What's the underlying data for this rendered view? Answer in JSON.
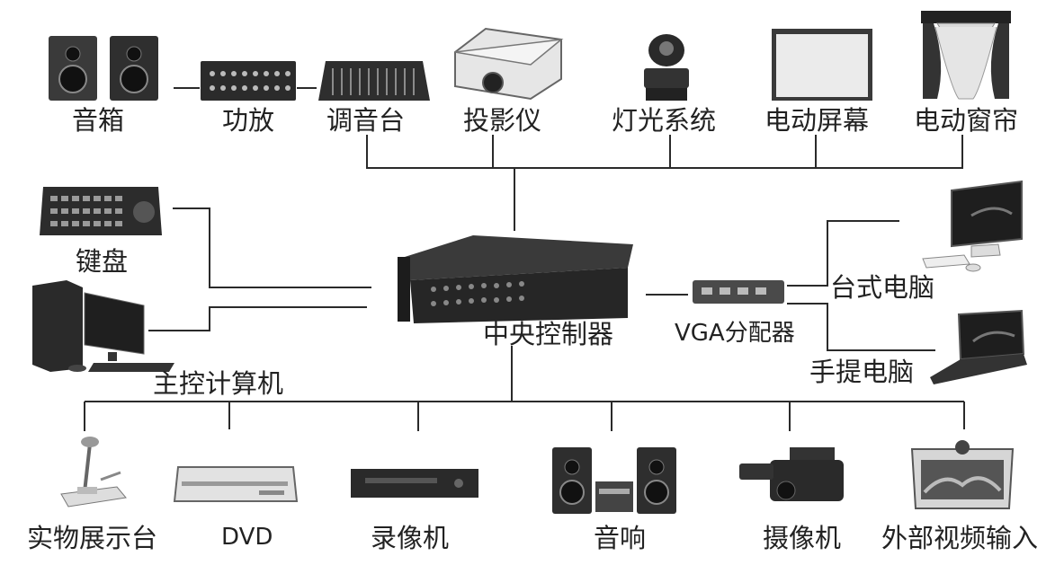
{
  "diagram": {
    "nodes": {
      "speakers": "音箱",
      "amplifier": "功放",
      "mixer": "调音台",
      "projector": "投影仪",
      "lighting": "灯光系统",
      "electric_screen": "电动屏幕",
      "electric_curtain": "电动窗帘",
      "keyboard": "键盘",
      "host_computer": "主控计算机",
      "central_controller": "中央控制器",
      "vga_splitter": "VGA分配器",
      "desktop": "台式电脑",
      "laptop": "手提电脑",
      "document_camera": "实物展示台",
      "dvd": "DVD",
      "recorder": "录像机",
      "audio": "音响",
      "camera": "摄像机",
      "external_video": "外部视频输入"
    },
    "edges": [
      [
        "speakers",
        "amplifier"
      ],
      [
        "amplifier",
        "mixer"
      ],
      [
        "mixer",
        "central_controller"
      ],
      [
        "projector",
        "central_controller"
      ],
      [
        "lighting",
        "central_controller"
      ],
      [
        "electric_screen",
        "central_controller"
      ],
      [
        "electric_curtain",
        "central_controller"
      ],
      [
        "keyboard",
        "central_controller"
      ],
      [
        "host_computer",
        "central_controller"
      ],
      [
        "central_controller",
        "vga_splitter"
      ],
      [
        "vga_splitter",
        "desktop"
      ],
      [
        "vga_splitter",
        "laptop"
      ],
      [
        "central_controller",
        "document_camera"
      ],
      [
        "central_controller",
        "dvd"
      ],
      [
        "central_controller",
        "recorder"
      ],
      [
        "central_controller",
        "audio"
      ],
      [
        "central_controller",
        "camera"
      ],
      [
        "central_controller",
        "external_video"
      ]
    ]
  }
}
